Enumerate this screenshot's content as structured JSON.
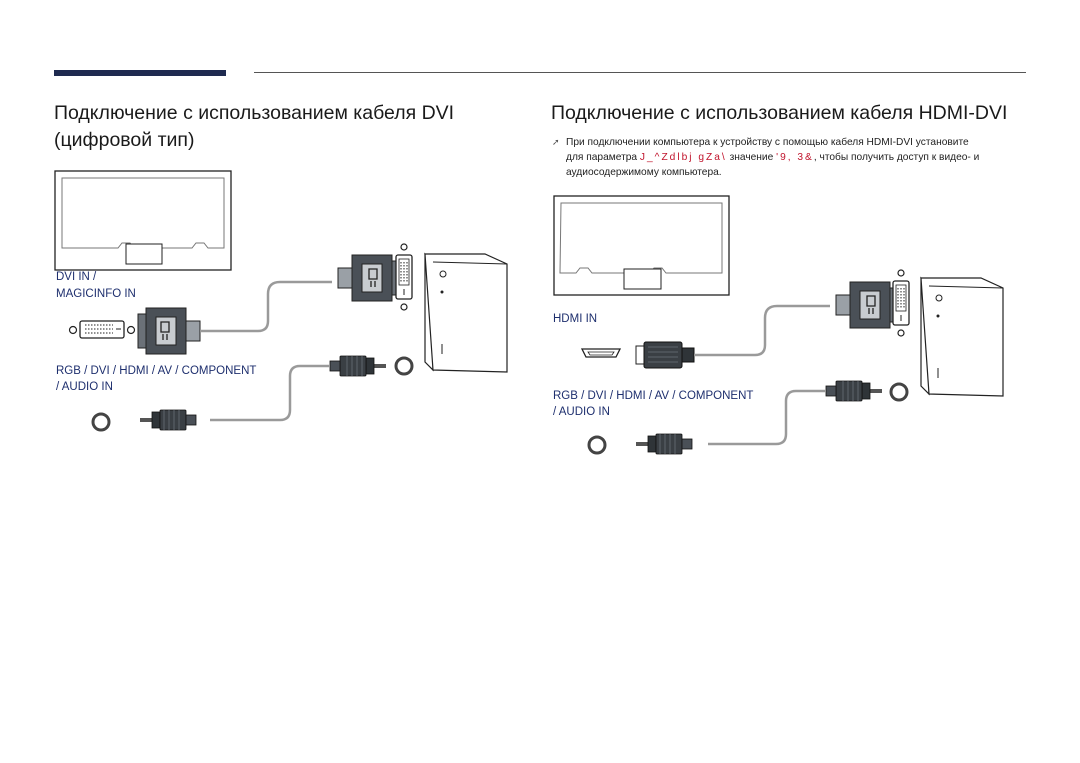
{
  "header": {
    "accent_color": "#1f2a50"
  },
  "left_section": {
    "title_line1": "Подключение с использованием кабеля DVI",
    "title_line2": "(цифровой тип)",
    "port_label_1": "DVI IN /",
    "port_label_2": "MAGICINFO IN",
    "audio_label_1": "RGB / DVI / HDMI / AV / COMPONENT",
    "audio_label_2": "/ AUDIO IN"
  },
  "right_section": {
    "title": "Подключение с использованием кабеля HDMI-DVI",
    "note": {
      "icon": "note-arrow-icon",
      "line1": "При подключении компьютера к устройству с помощью кабеля HDMI-DVI установите",
      "line2_prefix": "для параметра ",
      "line2_param": "J_^Zdlbj gZa\\",
      "line2_mid": " значение ",
      "line2_value": "'9, 3&",
      "line2_suffix": ", чтобы получить доступ к видео- и",
      "line3": "аудиосодержимому компьютера."
    },
    "port_label": "HDMI IN",
    "audio_label_1": "RGB / DVI / HDMI / AV / COMPONENT",
    "audio_label_2": "/ AUDIO IN"
  },
  "colors": {
    "label_blue": "#1e2f6e",
    "highlight_red": "#c0142c",
    "connector_dark": "#3a3f44",
    "cable_gray": "#9a9a9a"
  }
}
